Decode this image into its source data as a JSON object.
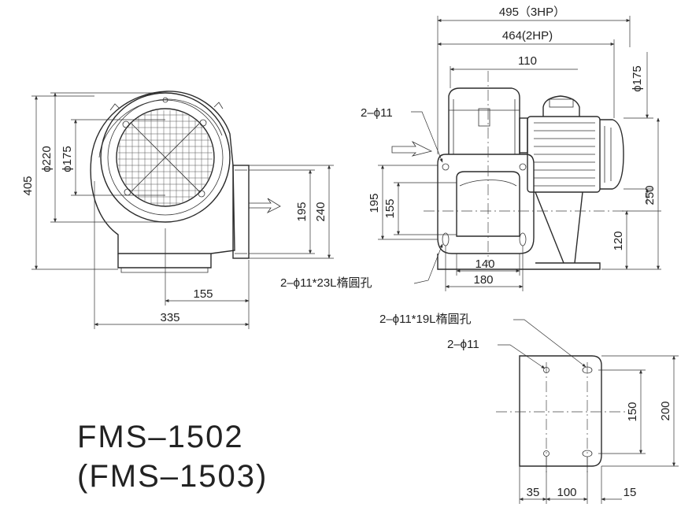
{
  "models": {
    "primary": "FMS–1502",
    "secondary": "(FMS–1503)"
  },
  "front_view": {
    "dims": {
      "height_total": "405",
      "inlet_outer_dia": "ϕ220",
      "inlet_inner_dia": "ϕ175",
      "outlet_inner": "195",
      "outlet_outer": "240",
      "outlet_offset": "155",
      "width_total": "335"
    }
  },
  "side_view": {
    "dims": {
      "length_3hp": "495（3HP）",
      "length_2hp": "464(2HP)",
      "flange_offset": "110",
      "outlet_dia": "ϕ175",
      "flange_height": "195",
      "flange_inner": "155",
      "axis_height": "250",
      "base_height": "120",
      "base_inner": "140",
      "base_outer": "180"
    },
    "callouts": {
      "flange_holes": "2–ϕ11",
      "base_slots": "2–ϕ11*23L楕圓孔"
    }
  },
  "base_view": {
    "dims": {
      "height_total": "200",
      "hole_pitch_v": "150",
      "left_margin": "35",
      "hole_pitch_h": "100",
      "right_margin": "15"
    },
    "callouts": {
      "slots": "2–ϕ11*19L楕圓孔",
      "holes": "2–ϕ11"
    }
  }
}
